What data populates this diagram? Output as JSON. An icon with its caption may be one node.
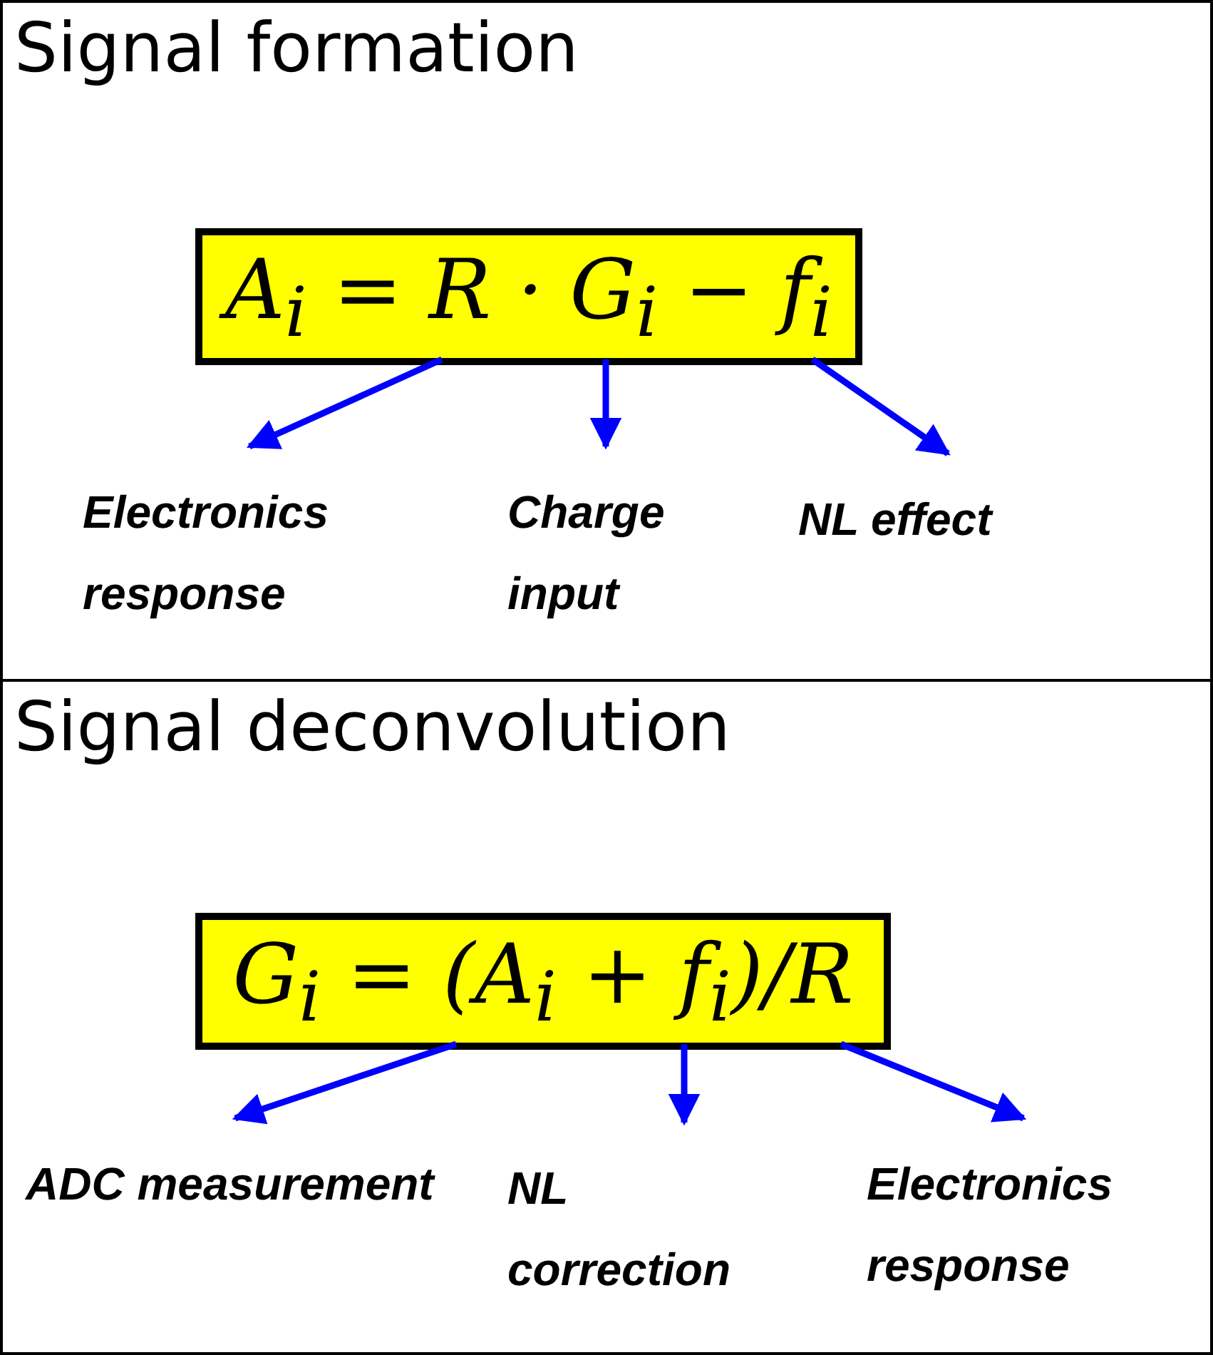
{
  "diagram": {
    "nodes": [
      {
        "text": [
          "Signal formation"
        ]
      },
      {
        "text": [
          "A$_{i}$ = R · G$_{i}$ − f$_{i}$"
        ],
        "in": 0
      },
      {
        "text": [
          "Electronics response"
        ],
        "in": 0
      },
      {
        "text": [
          "Charge input"
        ],
        "in": 0
      },
      {
        "text": [
          "NL effect"
        ],
        "in": 0
      },
      {
        "text": [
          "Signal deconvolution"
        ]
      },
      {
        "text": [
          "G$_{i}$ = (A$_{i}$ + f$_{i}$)/R"
        ],
        "in": 5
      },
      {
        "text": [
          "ADC measurement"
        ],
        "in": 5
      },
      {
        "text": [
          "NL correction"
        ],
        "in": 5
      },
      {
        "text": [
          "Electronics response"
        ],
        "in": 5
      }
    ],
    "edges": [
      {
        "from": 1,
        "to": 2,
        "arrow": "to"
      },
      {
        "from": 1,
        "to": 3,
        "arrow": "to"
      },
      {
        "from": 1,
        "to": 4,
        "arrow": "to"
      },
      {
        "from": 6,
        "to": 7,
        "arrow": "to"
      },
      {
        "from": 6,
        "to": 8,
        "arrow": "to"
      },
      {
        "from": 6,
        "to": 9,
        "arrow": "to"
      }
    ]
  }
}
